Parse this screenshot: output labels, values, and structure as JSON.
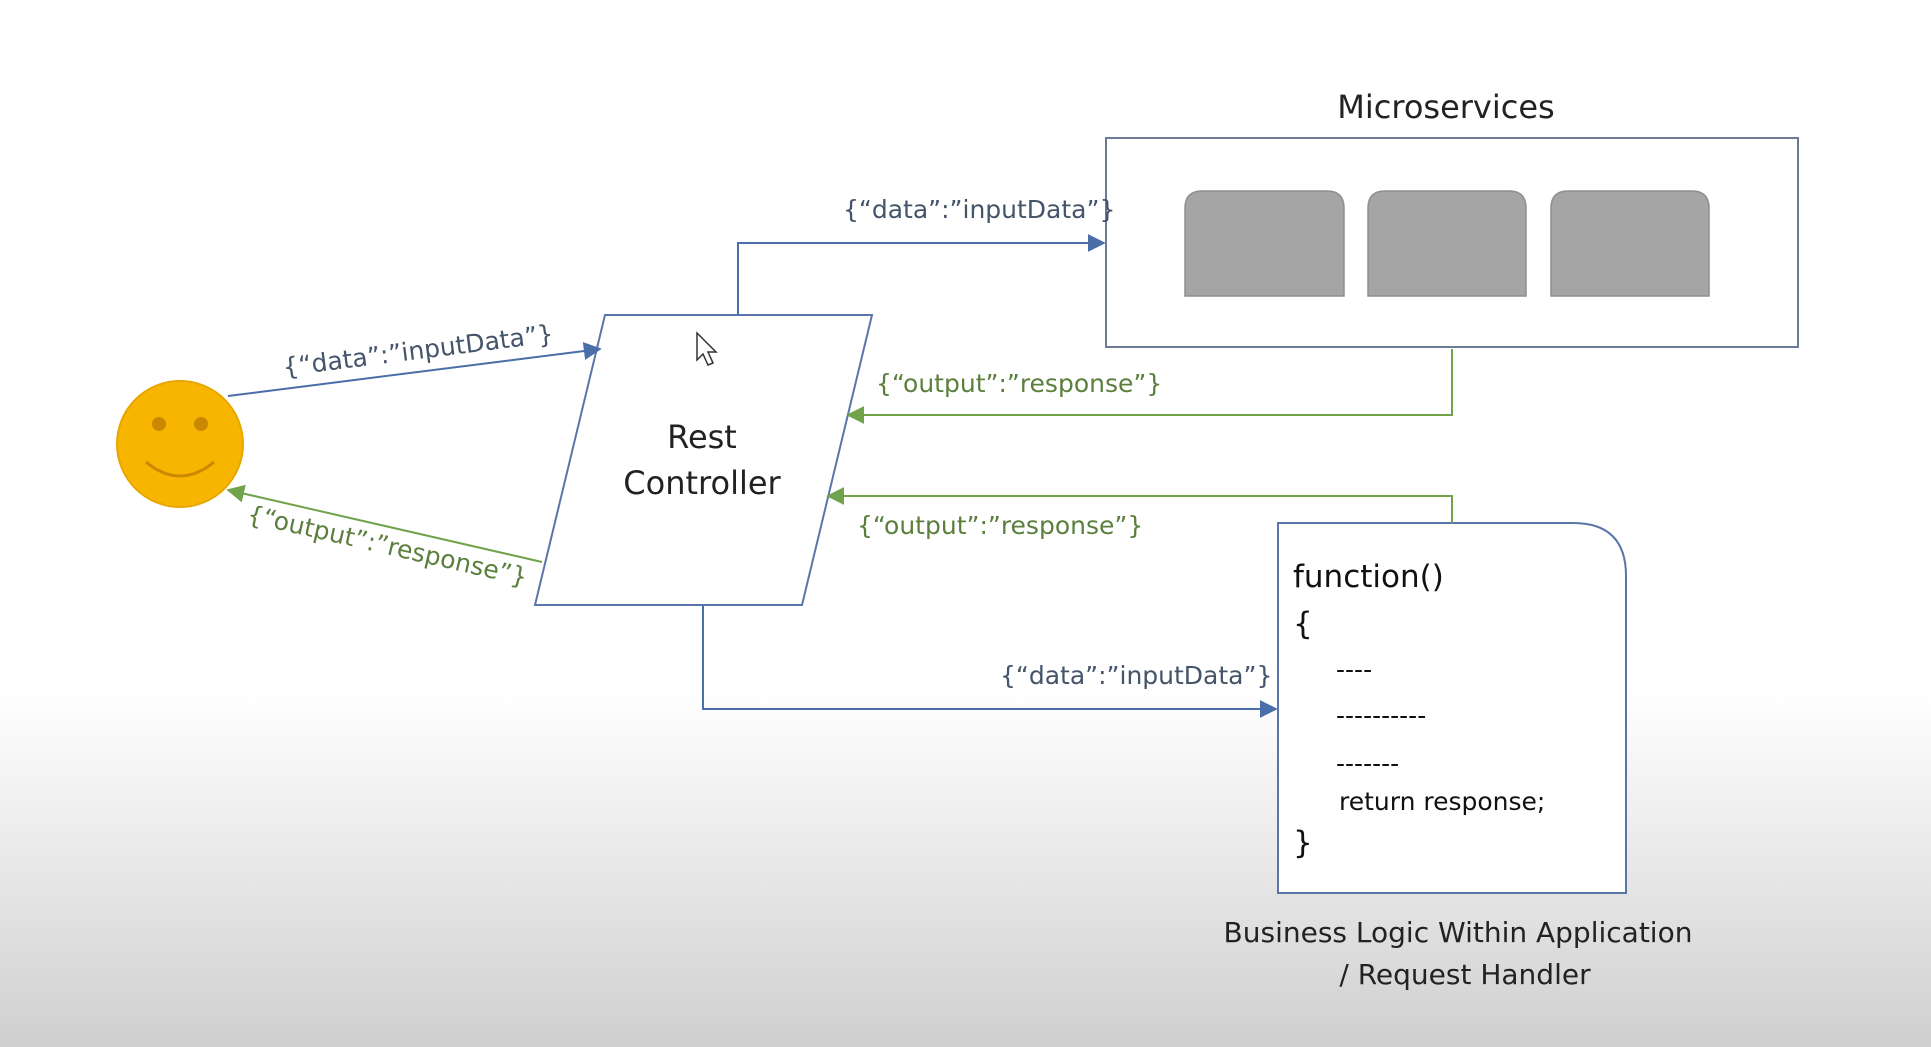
{
  "microservices": {
    "title": "Microservices",
    "services": [
      "",
      "",
      ""
    ]
  },
  "rest_controller": {
    "line1": "Rest",
    "line2": "Controller"
  },
  "messages": {
    "user_to_controller": "{“data”:”inputData”}",
    "controller_to_user": "{“output”:”response”}",
    "controller_to_microservices": "{“data”:”inputData”}",
    "microservices_to_controller": "{“output”:”response”}",
    "function_to_controller": "{“output”:”response”}",
    "controller_to_function": "{“data”:”inputData”}"
  },
  "function_box": {
    "line1": "function()",
    "line2": "{",
    "line3": "----",
    "line4": "----------",
    "line5": "-------",
    "line6": "return response;",
    "line7": "}"
  },
  "caption": {
    "line1": "Business Logic Within Application",
    "line2": "/ Request Handler"
  },
  "colors": {
    "request_arrow": "#4a6ea8",
    "response_arrow": "#70a34a",
    "smiley_face": "#f7b500",
    "service_block": "#a5a5a5"
  }
}
